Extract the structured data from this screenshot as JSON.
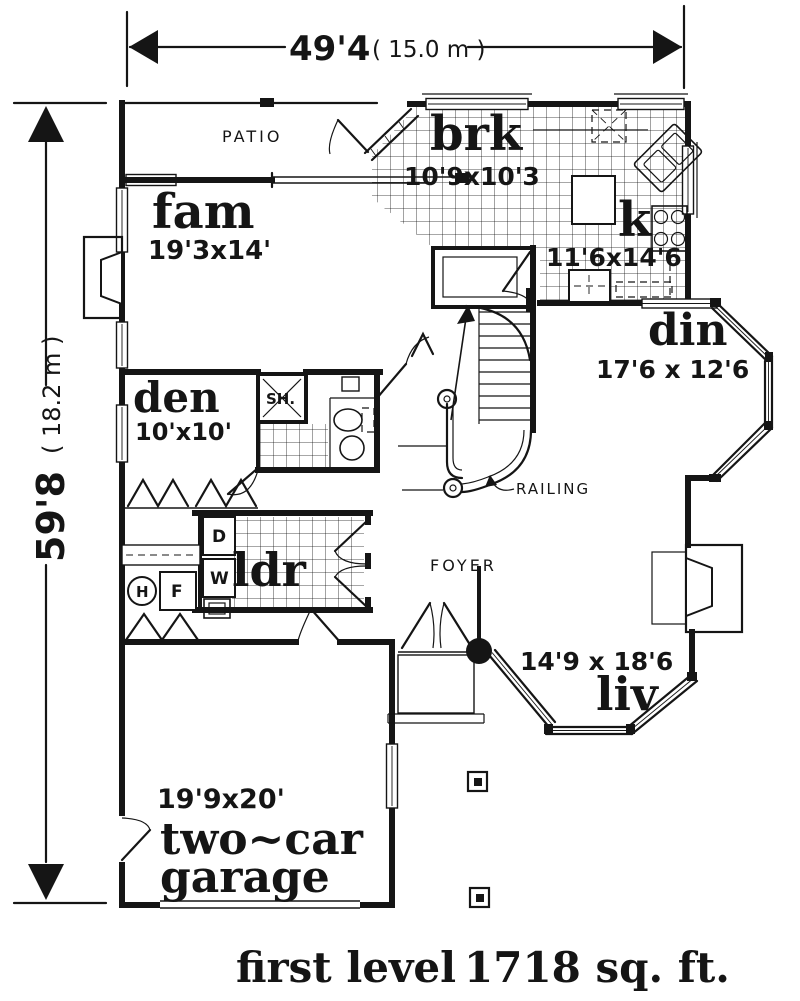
{
  "colors": {
    "ink": "#151515",
    "paper": "#ffffff"
  },
  "dimensions": {
    "width_feet": "49'4",
    "width_metric": "( 15.0 m )",
    "height_feet": "59'8",
    "height_metric": "( 18.2 m )"
  },
  "rooms": {
    "patio": {
      "label": "PATIO"
    },
    "family": {
      "label": "fam",
      "size": "19'3x14'"
    },
    "breakfast": {
      "label": "brk",
      "size": "10'9x10'3"
    },
    "kitchen": {
      "label": "k",
      "size": "11'6x14'6"
    },
    "dining": {
      "label": "din",
      "size": "17'6 x 12'6"
    },
    "den": {
      "label": "den",
      "size": "10'x10'"
    },
    "shower": {
      "label": "SH."
    },
    "laundry": {
      "label": "ldr"
    },
    "foyer": {
      "label": "FOYER"
    },
    "living": {
      "label": "liv",
      "size": "14'9 x 18'6"
    },
    "garage": {
      "size": "19'9x20'",
      "label_line1": "two~car",
      "label_line2": "garage"
    }
  },
  "annotations": {
    "railing": "RAILING"
  },
  "appliances": {
    "dryer": "D",
    "washer": "W",
    "water_heater": "H",
    "furnace": "F"
  },
  "footer": {
    "level_label": "first level",
    "area_label": "1718 sq. ft."
  }
}
